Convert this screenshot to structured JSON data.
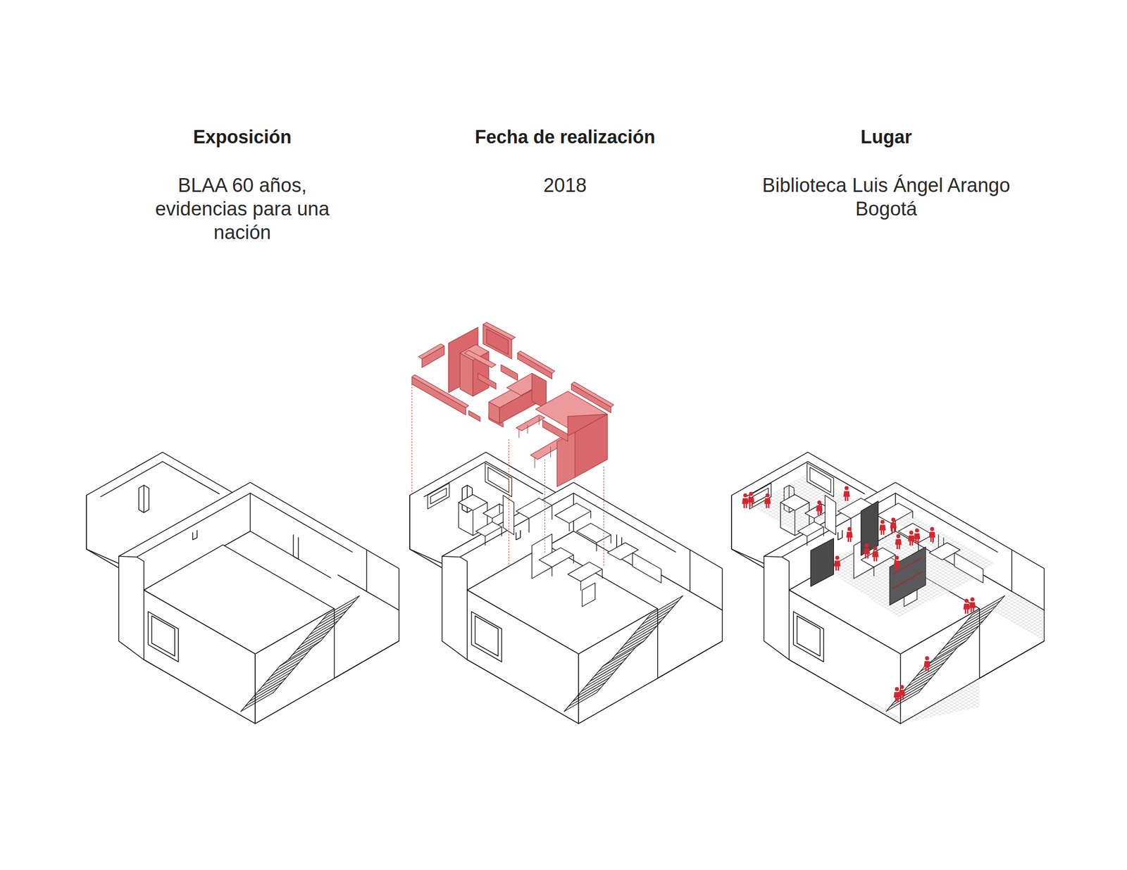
{
  "diagram": {
    "labels": [
      "Exposición",
      "BLAA 60 años, evidencias para una nación",
      "Fecha de realización",
      "2018",
      "Lugar",
      "Biblioteca Luis Ángel Arango Bogotá"
    ]
  }
}
